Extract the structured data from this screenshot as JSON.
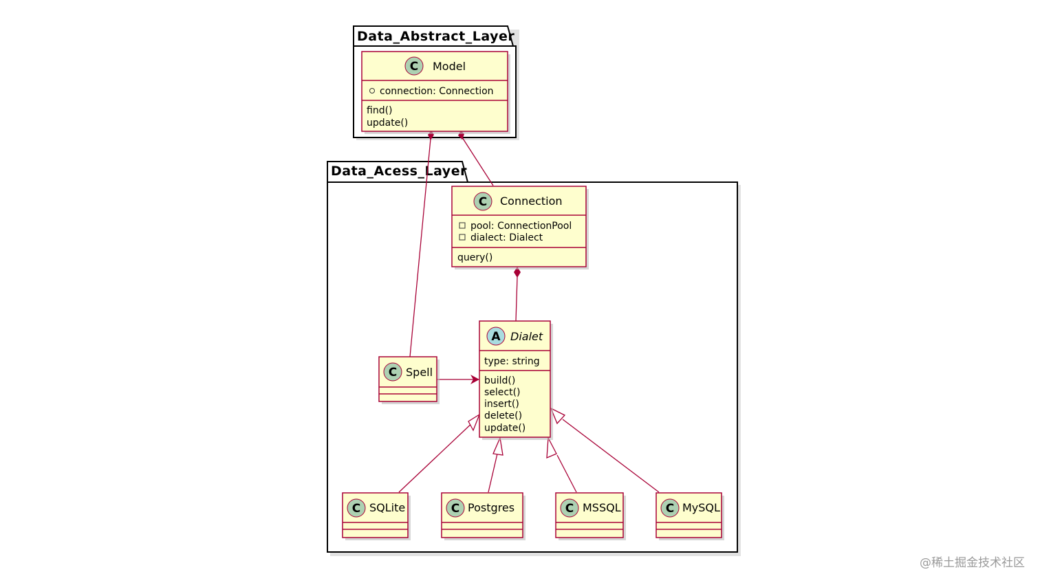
{
  "colors": {
    "class_fill": "#fefece",
    "class_border": "#a80036",
    "line": "#a80036",
    "package_border": "#000000",
    "circle_c": "#add1b2",
    "circle_a": "#a9dcdf"
  },
  "packages": [
    {
      "id": "pkg-abstract",
      "name": "Data_Abstract_Layer"
    },
    {
      "id": "pkg-access",
      "name": "Data_Acess_Layer"
    }
  ],
  "classes": [
    {
      "id": "model",
      "name": "Model",
      "stereotype": "C",
      "fields": [
        "connection: Connection"
      ],
      "field_visibility": [
        "public"
      ],
      "methods": [
        "find()",
        "update()"
      ]
    },
    {
      "id": "connection",
      "name": "Connection",
      "stereotype": "C",
      "fields": [
        "pool: ConnectionPool",
        "dialect: Dialect"
      ],
      "field_visibility": [
        "private",
        "private"
      ],
      "methods": [
        "query()"
      ]
    },
    {
      "id": "dialet",
      "name": "Dialet",
      "stereotype": "A",
      "fields": [
        "type: string"
      ],
      "field_visibility": [
        "none"
      ],
      "methods": [
        "build()",
        "select()",
        "insert()",
        "delete()",
        "update()"
      ]
    },
    {
      "id": "spell",
      "name": "Spell",
      "stereotype": "C",
      "fields": [],
      "methods": []
    },
    {
      "id": "sqlite",
      "name": "SQLite",
      "stereotype": "C",
      "fields": [],
      "methods": []
    },
    {
      "id": "postgres",
      "name": "Postgres",
      "stereotype": "C",
      "fields": [],
      "methods": []
    },
    {
      "id": "mssql",
      "name": "MSSQL",
      "stereotype": "C",
      "fields": [],
      "methods": []
    },
    {
      "id": "mysql",
      "name": "MySQL",
      "stereotype": "C",
      "fields": [],
      "methods": []
    }
  ],
  "relations": [
    {
      "from": "model",
      "to": "spell",
      "type": "composition"
    },
    {
      "from": "model",
      "to": "connection",
      "type": "composition"
    },
    {
      "from": "connection",
      "to": "dialet",
      "type": "composition"
    },
    {
      "from": "spell",
      "to": "dialet",
      "type": "association"
    },
    {
      "from": "sqlite",
      "to": "dialet",
      "type": "inheritance"
    },
    {
      "from": "postgres",
      "to": "dialet",
      "type": "inheritance"
    },
    {
      "from": "mssql",
      "to": "dialet",
      "type": "inheritance"
    },
    {
      "from": "mysql",
      "to": "dialet",
      "type": "inheritance"
    }
  ],
  "watermark": "@稀土掘金技术社区"
}
